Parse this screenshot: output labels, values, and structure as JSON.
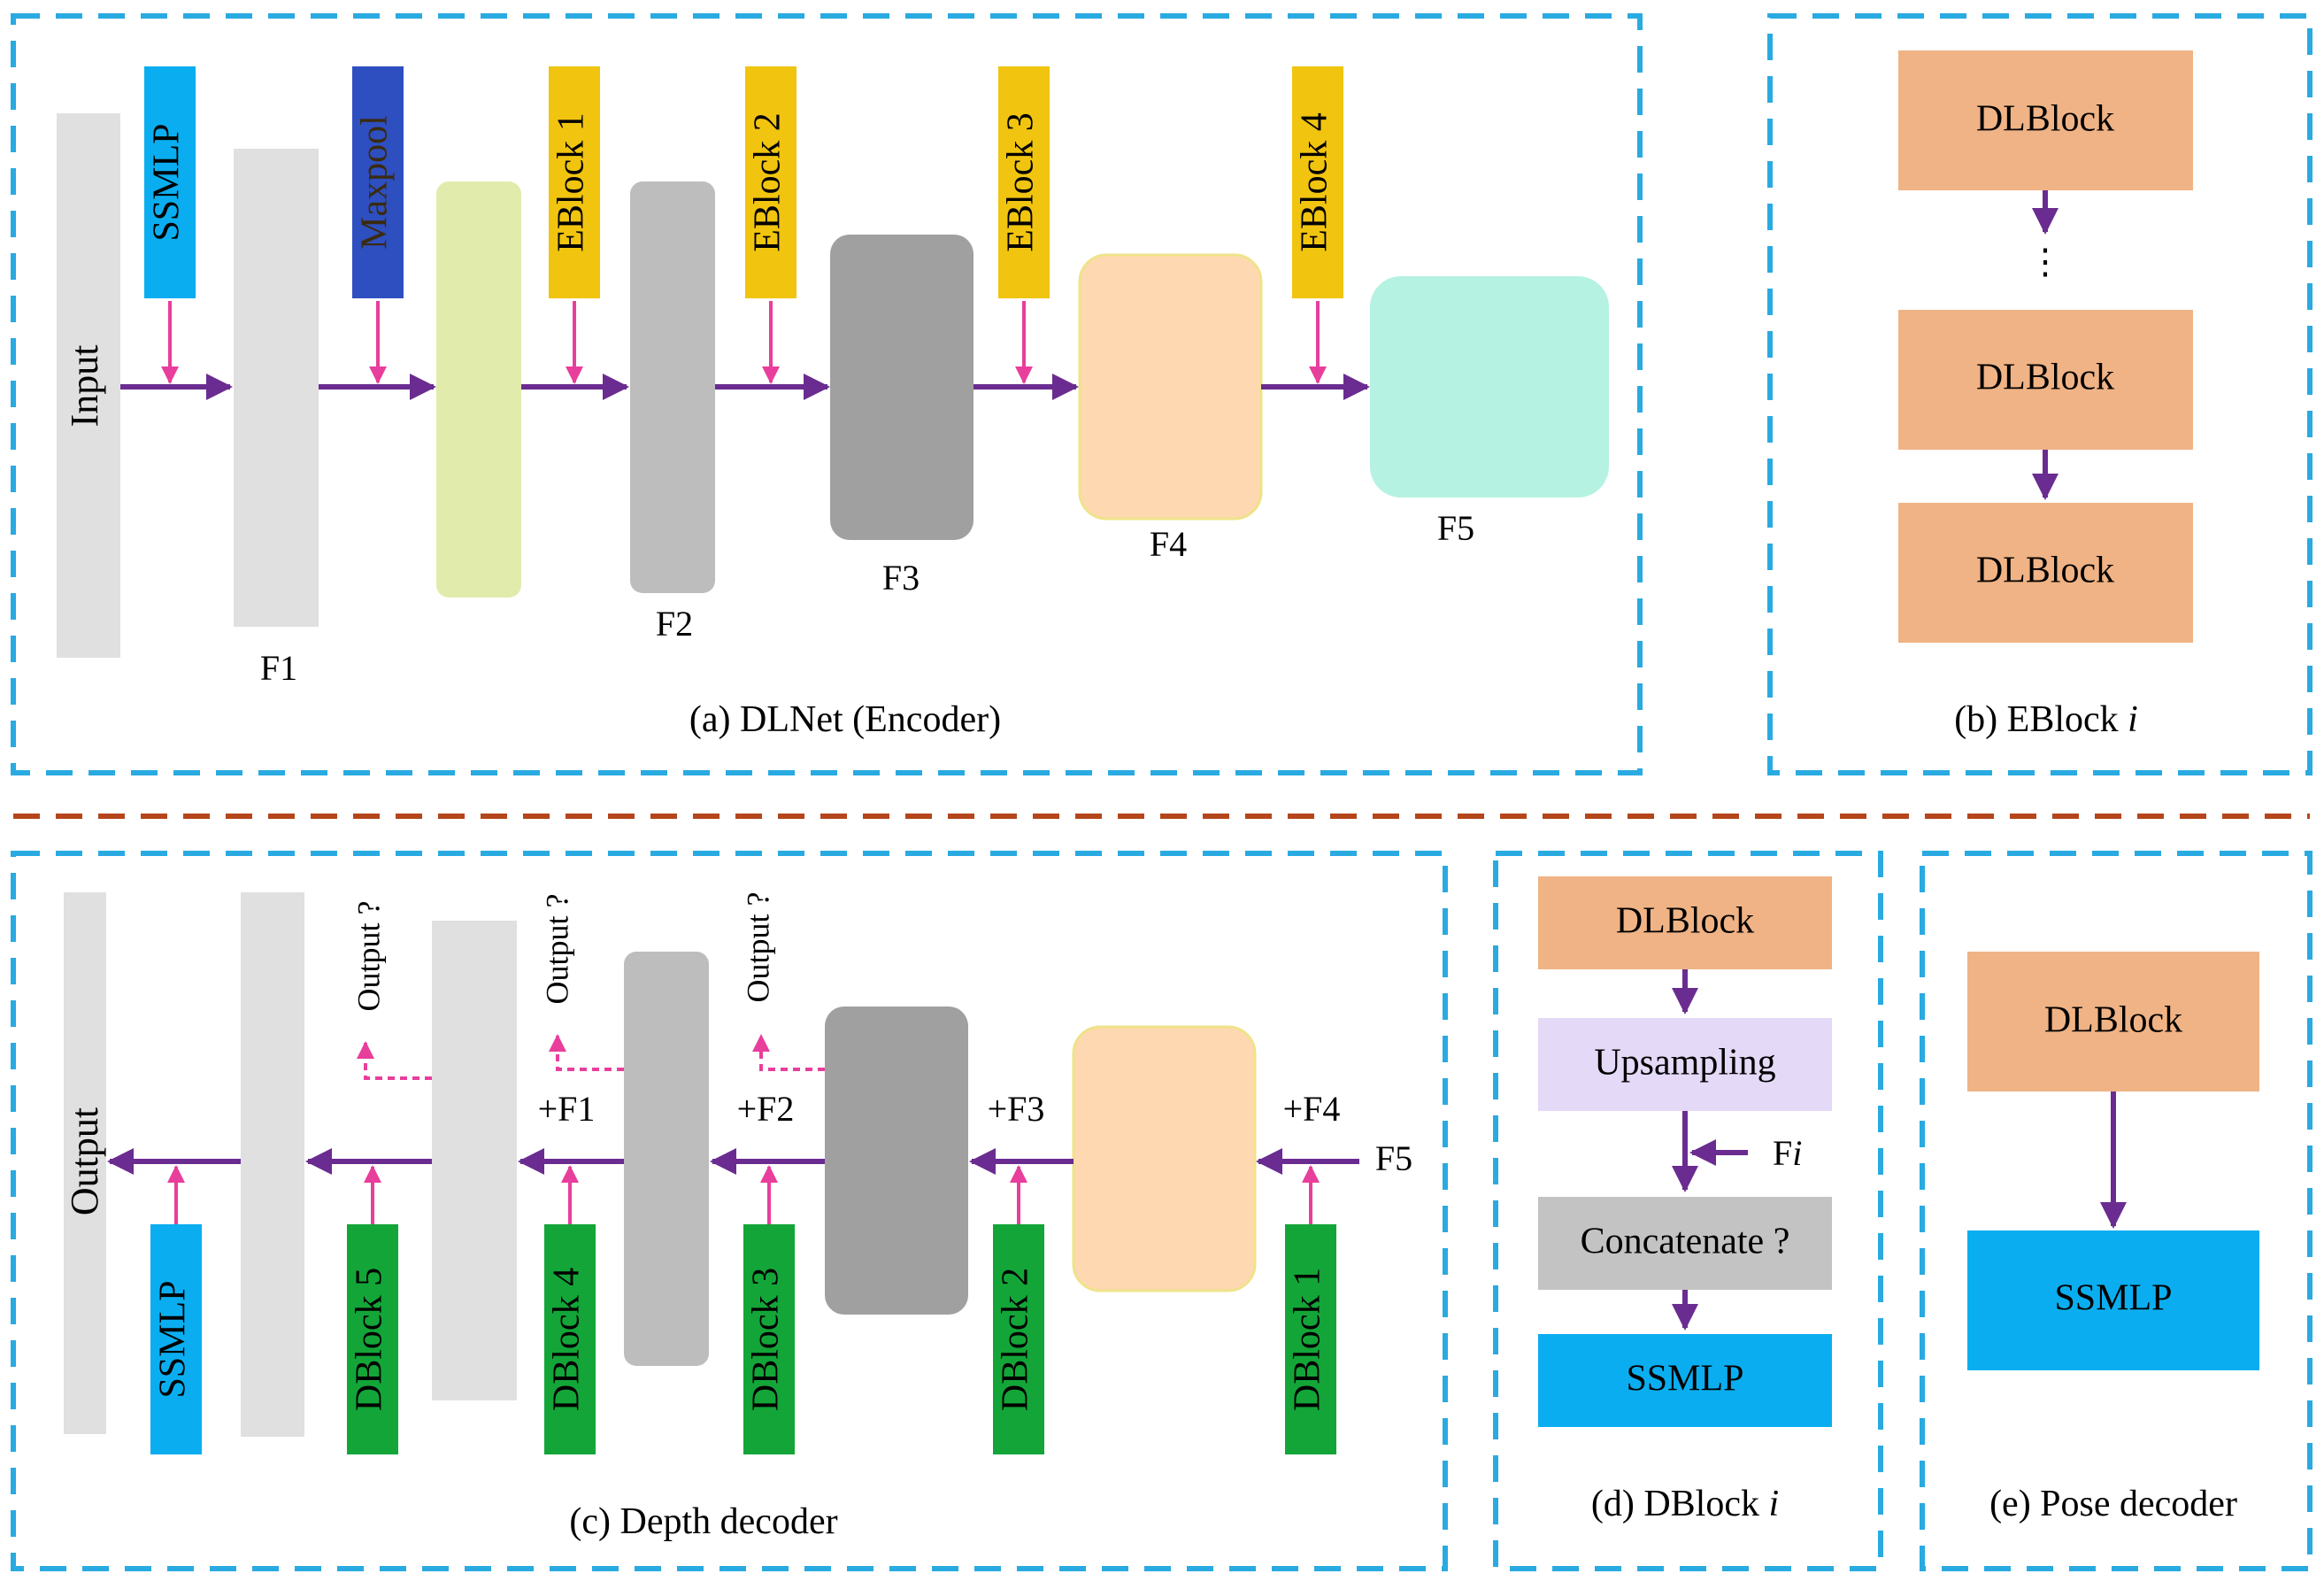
{
  "encoder": {
    "input_label": "Input",
    "ssmlp_label": "SSMLP",
    "maxpool_label": "Maxpool",
    "eblocks": [
      "EBlock 1",
      "EBlock 2",
      "EBlock 3",
      "EBlock 4"
    ],
    "features": [
      "F1",
      "F2",
      "F3",
      "F4",
      "F5"
    ],
    "caption": "(a) DLNet (Encoder)"
  },
  "eblock_detail": {
    "block_labels": [
      "DLBlock",
      "DLBlock",
      "DLBlock"
    ],
    "ellipsis": "⋮",
    "caption_prefix": "(b) EBlock ",
    "caption_index": "i"
  },
  "depth_decoder": {
    "output_label": "Output",
    "ssmlp_label": "SSMLP",
    "dblocks": [
      "DBlock 5",
      "DBlock 4",
      "DBlock 3",
      "DBlock 2",
      "DBlock 1"
    ],
    "side_outputs": [
      "Output ?",
      "Output ?",
      "Output ?"
    ],
    "skips": [
      "+F1",
      "+F2",
      "+F3",
      "+F4"
    ],
    "input_label": "F5",
    "caption": "(c) Depth decoder"
  },
  "dblock_detail": {
    "dlblock_label": "DLBlock",
    "upsampling_label": "Upsampling",
    "concat_label": "Concatenate ?",
    "ssmlp_label": "SSMLP",
    "skip_prefix": "F",
    "skip_index": "i",
    "caption_prefix": "(d) DBlock ",
    "caption_index": "i"
  },
  "pose_decoder": {
    "dlblock_label": "DLBlock",
    "ssmlp_label": "SSMLP",
    "caption": "(e) Pose decoder"
  },
  "colors": {
    "dashed_frame": "#29aae1",
    "separator": "#b5451b",
    "main_arrow": "#6a2c91",
    "side_arrow": "#e83e9c",
    "ssmlp": "#0aaef0",
    "maxpool": "#2e4fbf",
    "eblock": "#f1c40f",
    "dblock": "#13a538",
    "dlblock": "#f0b385",
    "upsampling": "#e4d9f7",
    "concatenate": "#c3c3c3",
    "feature_light": "#e0e0e0",
    "feature_green": "#e1ecac",
    "feature_gray": "#bdbdbd",
    "feature_dark": "#a0a0a0",
    "feature_peach": "#fdd8b0",
    "feature_mint": "#b5f2e2"
  }
}
